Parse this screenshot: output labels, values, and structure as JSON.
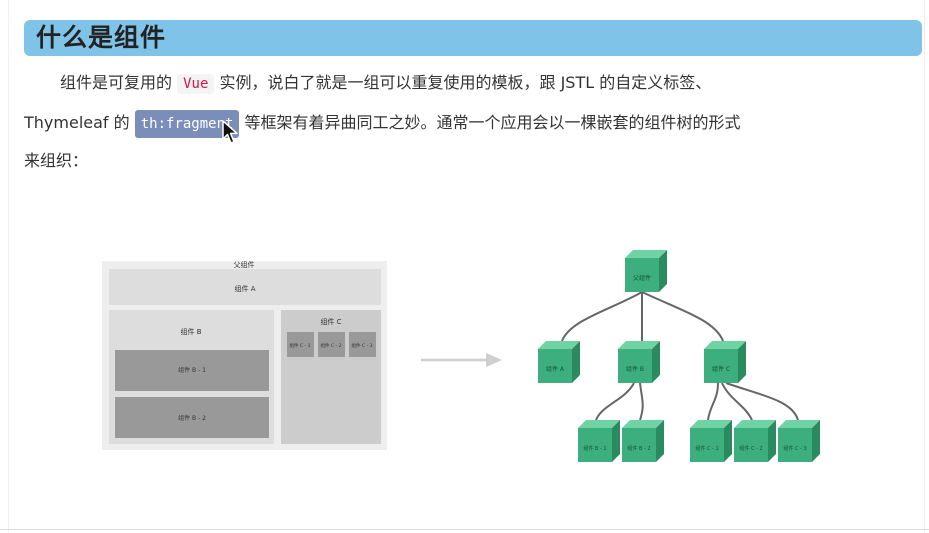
{
  "heading": {
    "title": "什么是组件"
  },
  "paragraph": {
    "line1_a": "组件是可复用的",
    "line1_code": "Vue",
    "line1_b": "实例，说白了就是一组可以重复使用的模板，跟 JSTL 的自定义标签、",
    "line2_a": "Thymeleaf 的",
    "line2_code": "th:fragment",
    "line2_b": "等框架有着异曲同工之妙。通常一个应用会以一棵嵌套的组件树的形式",
    "line3": "来组织："
  },
  "layout_diagram": {
    "parent": "父组件",
    "a": "组件 A",
    "b": "组件 B",
    "b1": "组件 B - 1",
    "b2": "组件 B - 2",
    "c": "组件 C",
    "c1": "组件 C - 1",
    "c2": "组件 C - 2",
    "c3": "组件 C - 3"
  },
  "tree_diagram": {
    "root": "父组件",
    "a": "组件 A",
    "b": "组件 B",
    "c": "组件 C",
    "b1": "组件 B - 1",
    "b2": "组件 B - 2",
    "c1": "组件 C - 1",
    "c2": "组件 C - 2",
    "c3": "组件 C - 3"
  },
  "colors": {
    "heading_bar": "#7fc4e8",
    "cube_front": "#3dae7e",
    "cube_top": "#6fd3a3",
    "cube_side": "#2a8a60",
    "selection": "#7b8db9"
  }
}
